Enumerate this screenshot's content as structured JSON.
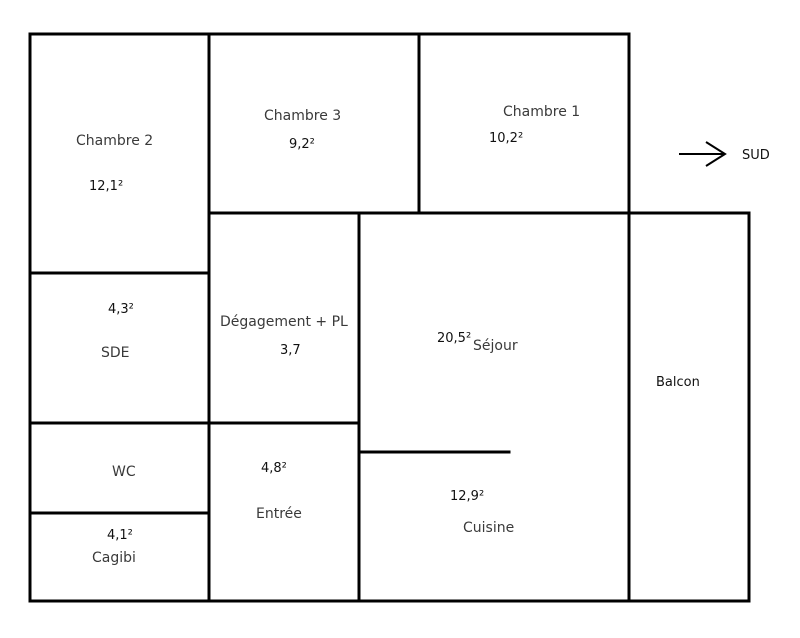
{
  "rooms": {
    "chambre2": {
      "name": "Chambre 2",
      "area": "12,1²"
    },
    "chambre3": {
      "name": "Chambre 3",
      "area": "9,2²"
    },
    "chambre1": {
      "name": "Chambre 1",
      "area": "10,2²"
    },
    "sde": {
      "name": "SDE",
      "area": "4,3²"
    },
    "degagement": {
      "name": "Dégagement + PL",
      "area": "3,7"
    },
    "sejour": {
      "name": "Séjour",
      "area": "20,5²"
    },
    "balcon": {
      "name": "Balcon"
    },
    "wc": {
      "name": "WC"
    },
    "entree": {
      "name": "Entrée",
      "area": "4,8²"
    },
    "cuisine": {
      "name": "Cuisine",
      "area": "12,9²"
    },
    "cagibi": {
      "name": "Cagibi",
      "area": "4,1²"
    }
  },
  "orientation": {
    "label": "SUD"
  },
  "colors": {
    "wall": "#000000",
    "text": "#3a3a3a"
  }
}
